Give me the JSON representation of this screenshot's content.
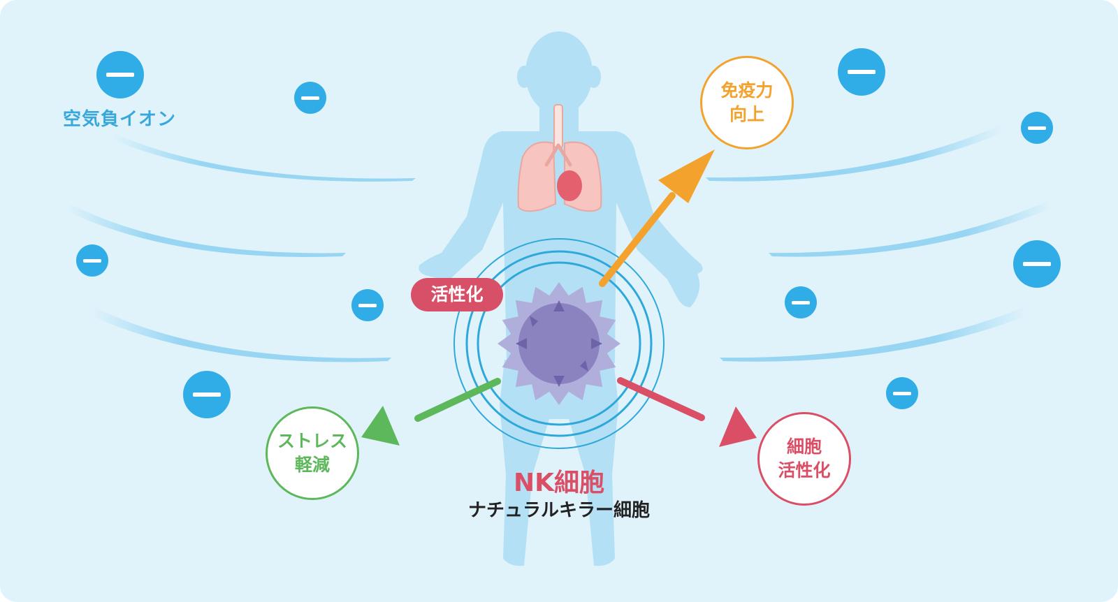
{
  "diagram": {
    "ion_label": "空気負イオン",
    "activation_pill": "活性化",
    "immunity": {
      "line1": "免疫力",
      "line2": "向上"
    },
    "stress": {
      "line1": "ストレス",
      "line2": "軽減"
    },
    "cell_activation": {
      "line1": "細胞",
      "line2": "活性化"
    },
    "nk_title": "NK細胞",
    "nk_subtitle": "ナチュラルキラー細胞"
  },
  "colors": {
    "background": "#e0f3fb",
    "body_silhouette": "#b3e0f5",
    "ion": "#30ade6",
    "wave": "#8fd2f2",
    "immunity": "#f3a22d",
    "stress": "#5cb85a",
    "cell_activation": "#db4f66",
    "nk_cell_outer": "#b0aedb",
    "nk_cell_inner": "#8b82c0",
    "rings": "#2ea8da",
    "lungs": "#f7c4bf",
    "heart": "#e4606f"
  },
  "icons": {
    "ion": "minus-circle-icon",
    "nk_cell": "virus-cell-icon"
  }
}
